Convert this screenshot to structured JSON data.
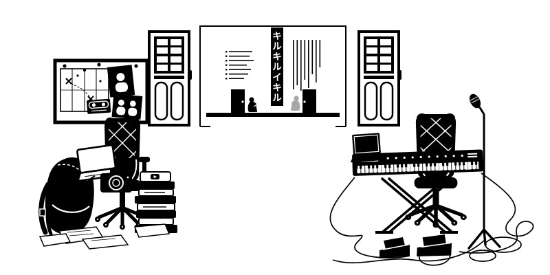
{
  "illustration": {
    "poster": {
      "title": "キルキルイキル",
      "title_chars": [
        "キ",
        "ル",
        "キ",
        "ル",
        "イ",
        "キ",
        "ル"
      ]
    },
    "colors": {
      "ink": "#000000",
      "paper": "#ffffff",
      "figure_gray": "#a8a8a8"
    }
  }
}
